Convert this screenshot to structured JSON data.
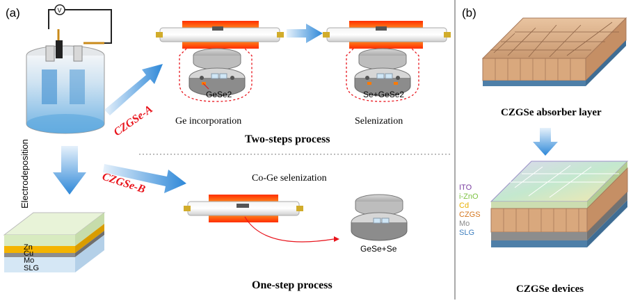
{
  "panel_a": {
    "label": "(a)",
    "electrodeposition": "Electrodeposition",
    "stack_layers": [
      "Zn",
      "Cu",
      "Mo",
      "SLG"
    ],
    "route_a": "CZGSe-A",
    "route_b": "CZGSe-B",
    "step1_source": "GeSe2",
    "step1_caption": "Ge incorporation",
    "step2_source": "Se+GeSe2",
    "step2_caption": "Selenization",
    "two_step_title": "Two-steps process",
    "cosel_caption": "Co-Ge selenization",
    "onestep_source": "GeSe+Se",
    "one_step_title": "One-step process",
    "voltmeter": "V"
  },
  "panel_b": {
    "label": "(b)",
    "absorber_caption": "CZGSe absorber layer",
    "device_layers": [
      {
        "name": "ITO",
        "color": "#7a3fa0"
      },
      {
        "name": "i-ZnO",
        "color": "#7dc242"
      },
      {
        "name": "Cd",
        "color": "#e8b000"
      },
      {
        "name": "CZGS",
        "color": "#d4751d"
      },
      {
        "name": "Mo",
        "color": "#8a8a8a"
      },
      {
        "name": "SLG",
        "color": "#3f7fbf"
      }
    ],
    "device_caption": "CZGSe devices"
  }
}
